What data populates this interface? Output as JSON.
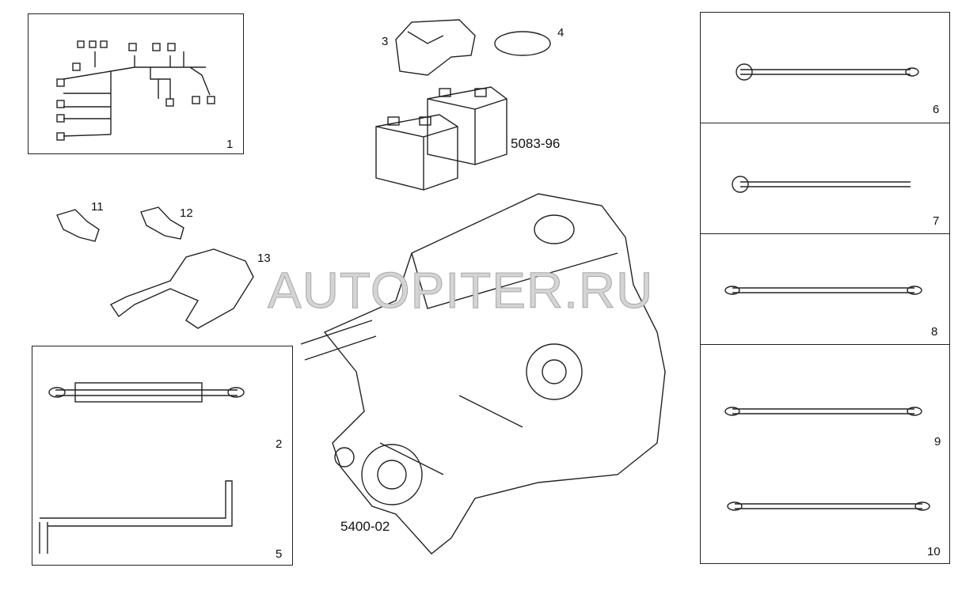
{
  "callouts": {
    "p1": "1",
    "p2": "2",
    "p3": "3",
    "p4": "4",
    "p5": "5",
    "p6": "6",
    "p7": "7",
    "p8": "8",
    "p9": "9",
    "p10": "10",
    "p11": "11",
    "p12": "12",
    "p13": "13"
  },
  "groups": {
    "battery_group": "5083-96",
    "engine_group": "5400-02"
  },
  "watermark": "AUTOPITER.RU"
}
